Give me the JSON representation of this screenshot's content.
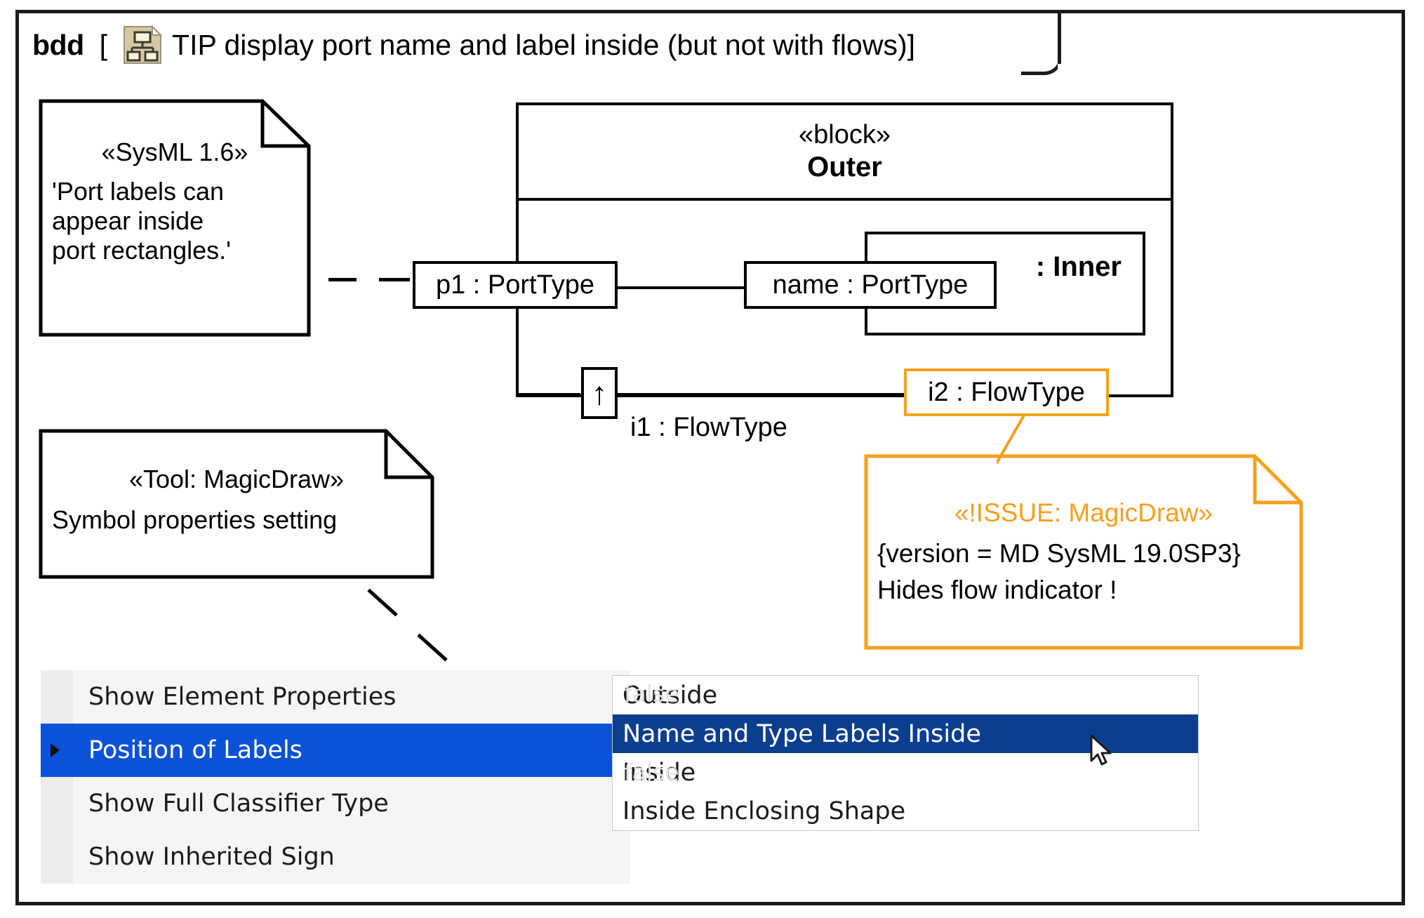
{
  "frame": {
    "kind": "bdd",
    "bracket_open": "[",
    "icon": "bdd-diagram-icon",
    "title": "TIP display port name and label inside (but not with flows)]"
  },
  "notes": {
    "sysml": {
      "stereotype": "«SysML 1.6»",
      "lines": [
        "'Port labels can",
        "appear inside",
        "port rectangles.'"
      ]
    },
    "tool": {
      "stereotype": "«Tool: MagicDraw»",
      "lines": [
        "Symbol properties setting"
      ]
    },
    "issue": {
      "stereotype": "«!ISSUE: MagicDraw»",
      "lines": [
        "{version = MD SysML 19.0SP3}",
        "Hides flow indicator !"
      ],
      "color": "#F5A01E"
    }
  },
  "blocks": {
    "outer": {
      "stereotype": "«block»",
      "name": "Outer"
    },
    "inner": {
      "name": ": Inner"
    }
  },
  "ports": {
    "p1": "p1 : PortType",
    "name_port": "name : PortType",
    "i1_label": "i1 : FlowType",
    "i1_arrow": "↑",
    "i2": "i2 : FlowType"
  },
  "menu": {
    "items": [
      {
        "label": "Show Element Properties",
        "selected": false,
        "has_submenu": false
      },
      {
        "label": "Position of Labels",
        "selected": true,
        "has_submenu": true
      },
      {
        "label": "Show Full Classifier Type",
        "selected": false,
        "has_submenu": false
      },
      {
        "label": "Show Inherited Sign",
        "selected": false,
        "has_submenu": false
      }
    ]
  },
  "submenu": {
    "items": [
      {
        "label": "Outside",
        "selected": false
      },
      {
        "label": "Name and Type Labels Inside",
        "selected": true
      },
      {
        "label": "Inside",
        "selected": false
      },
      {
        "label": "Inside Enclosing Shape",
        "selected": false
      }
    ],
    "ghost_values": [
      "false",
      "true",
      "false",
      "true"
    ]
  },
  "colors": {
    "accent_orange": "#F5A01E",
    "menu_highlight": "#0a52d6",
    "submenu_highlight": "#0b3e8f",
    "icon_fill": "#D6C9A0"
  }
}
